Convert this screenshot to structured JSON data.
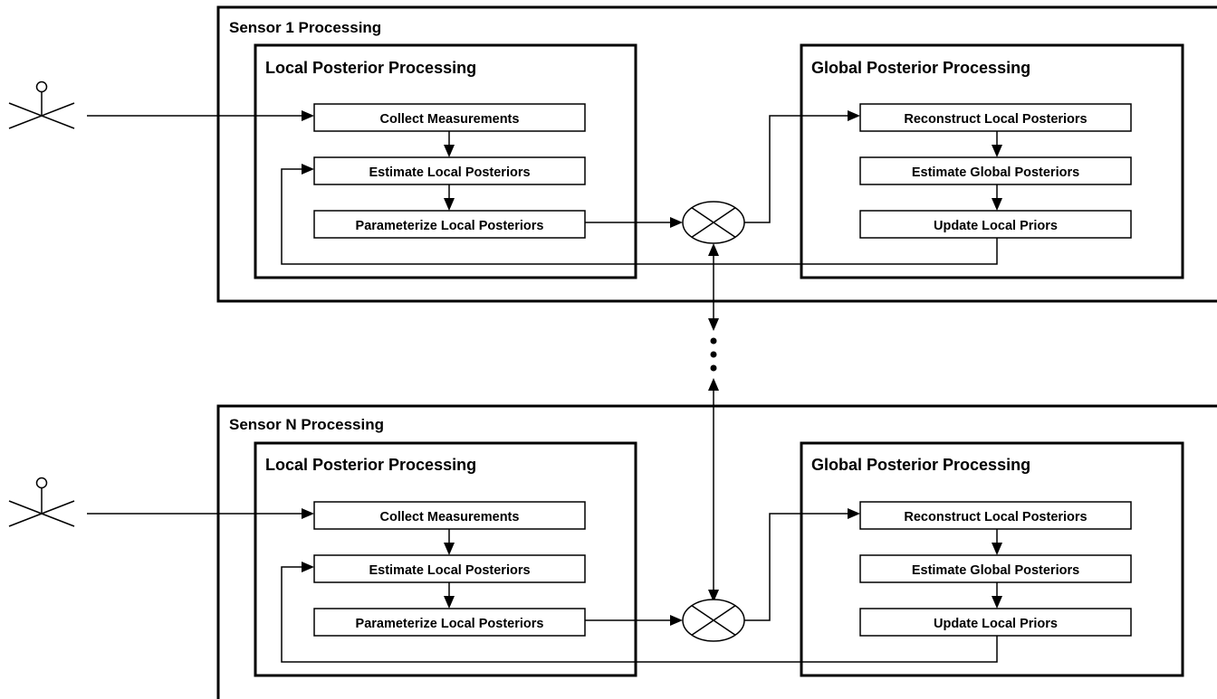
{
  "sensors": [
    {
      "title": "Sensor 1 Processing",
      "local": {
        "title": "Local Posterior Processing",
        "steps": [
          "Collect Measurements",
          "Estimate Local Posteriors",
          "Parameterize Local Posteriors"
        ]
      },
      "global": {
        "title": "Global Posterior Processing",
        "steps": [
          "Reconstruct Local Posteriors",
          "Estimate Global Posteriors",
          "Update Local Priors"
        ]
      }
    },
    {
      "title": "Sensor N Processing",
      "local": {
        "title": "Local Posterior Processing",
        "steps": [
          "Collect Measurements",
          "Estimate Local Posteriors",
          "Parameterize Local Posteriors"
        ]
      },
      "global": {
        "title": "Global Posterior Processing",
        "steps": [
          "Reconstruct Local Posteriors",
          "Estimate Global Posteriors",
          "Update Local Priors"
        ]
      }
    }
  ]
}
